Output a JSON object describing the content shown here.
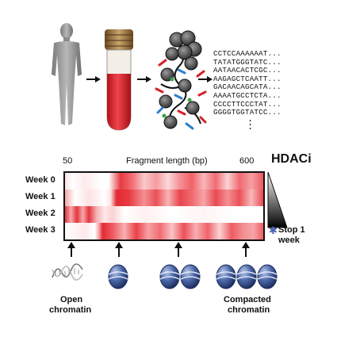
{
  "sequences": [
    "CCTCCAAAAAAT...",
    "TATATGGGTATC...",
    "AATAACACTCGC...",
    "AAGAGCTCAATT...",
    "GACAACAGCATA...",
    "AAAATGCCTCTA...",
    "CCCCTTCCCTAT...",
    "GGGGTGGTATCC..."
  ],
  "heatmap": {
    "axis_label": "Fragment length (bp)",
    "x_min_label": "50",
    "x_max_label": "600",
    "rows": [
      "Week 0",
      "Week 1",
      "Week 2",
      "Week 3"
    ],
    "treatment": "HDACi",
    "stop_label": "Stop 1",
    "stop_label2": "week",
    "colors": {
      "high": "#e0202a",
      "low": "#ffffff"
    }
  },
  "labels": {
    "open_1": "Open",
    "open_2": "chromatin",
    "compact_1": "Compacted",
    "compact_2": "chromatin"
  }
}
